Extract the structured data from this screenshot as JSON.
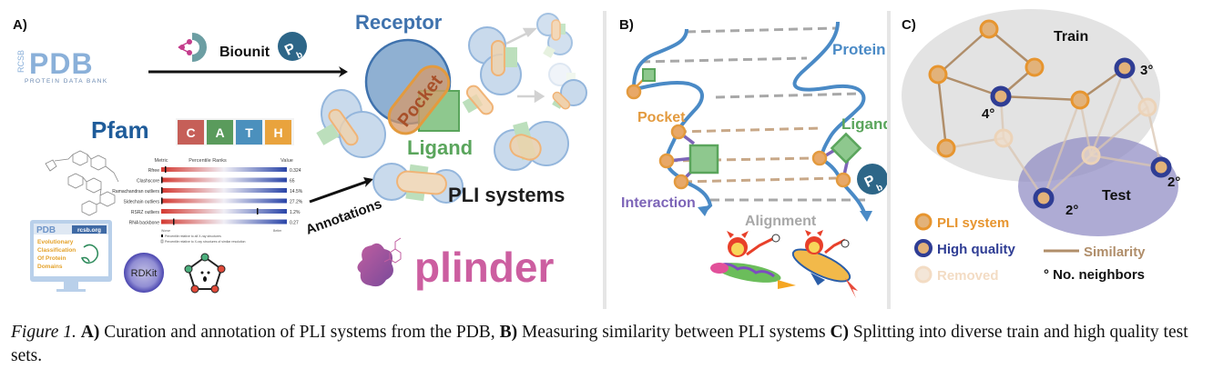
{
  "figure": {
    "panels": {
      "A": {
        "label": "A)",
        "rcsb_logo": {
          "vertical": "RCSB",
          "main": "PDB",
          "sub": "PROTEIN DATA BANK"
        },
        "arrow_label": "Biounit",
        "receptor_label": "Receptor",
        "pocket_label": "Pocket",
        "ligand_label": "Ligand",
        "pli_systems_label": "PLI systems",
        "annotations_label": "Annotations",
        "pfam_label": "Pfam",
        "cath_letters": [
          "C",
          "A",
          "T",
          "H"
        ],
        "cath_colors": [
          "#c65f58",
          "#5a9b5c",
          "#4b90bd",
          "#e9a33d"
        ],
        "validation_table": {
          "headers": [
            "Metric",
            "Percentile Ranks",
            "Value"
          ],
          "rows": [
            {
              "metric": "Rfree",
              "value": "0.324"
            },
            {
              "metric": "Clashscore",
              "value": "65"
            },
            {
              "metric": "Ramachandran outliers",
              "value": "14.5%"
            },
            {
              "metric": "Sidechain outliers",
              "value": "27.2%"
            },
            {
              "metric": "RSRZ outliers",
              "value": "1.2%"
            },
            {
              "metric": "RNA backbone",
              "value": "0.27"
            }
          ],
          "worse_label": "Worse",
          "better_label": "Better",
          "legend_1": "Percentile relative to all X-ray structures",
          "legend_2": "Percentile relative to X-ray structures of similar resolution"
        },
        "ecod_screen": {
          "pdb": "PDB",
          "site": "rcsb.org",
          "title_lines": [
            "Evolutionary",
            "Classification",
            "Of Protein",
            "Domains"
          ]
        },
        "rdkit_label": "RDKit",
        "plinder_label": "plinder",
        "colors": {
          "receptor": "#3f72ad",
          "pocket": "#e39a3e",
          "pocket_text": "#b35a27",
          "ligand": "#5aa55c",
          "plinder": "#cc5ea0",
          "pdb_blue": "#8ab0d9"
        }
      },
      "B": {
        "label": "B)",
        "protein_label": "Protein",
        "pocket_label": "Pocket",
        "ligand_label": "Ligand",
        "interaction_label": "Interaction",
        "alignment_label": "Alignment",
        "colors": {
          "protein": "#4a8ac6",
          "pocket": "#e39a3e",
          "ligand": "#5aa55c",
          "interaction": "#7d65b8",
          "alignment": "#a8a8a8",
          "pocket_alignment": "#c8a888"
        }
      },
      "C": {
        "label": "C)",
        "train_label": "Train",
        "test_label": "Test",
        "degree_labels": [
          "4°",
          "3°",
          "2°",
          "2°"
        ],
        "legend": {
          "pli_system": "PLI system",
          "high_quality": "High quality",
          "removed": "Removed",
          "similarity": "Similarity",
          "neighbors": "° No. neighbors"
        },
        "colors": {
          "pli": "#e7952f",
          "high_quality": "#2f3d94",
          "removed": "#f3dcc4",
          "similarity": "#b08e6a",
          "train_bg": "#e3e3e3",
          "test_bg": "#a9a5cf"
        }
      }
    },
    "caption": {
      "figure_label": "Figure 1.",
      "a_label": "A)",
      "a_text": " Curation and annotation of PLI systems from the PDB, ",
      "b_label": "B)",
      "b_text": " Measuring similarity between PLI systems ",
      "c_label": "C)",
      "c_text": " Splitting into diverse train and high quality test sets."
    }
  }
}
